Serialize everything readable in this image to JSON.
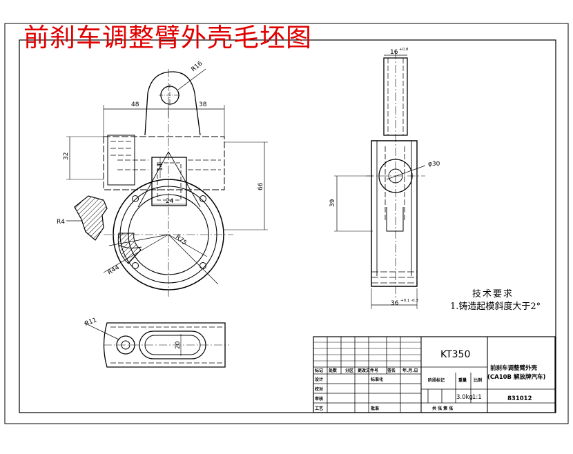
{
  "title": "前刹车调整臂外壳毛坯图",
  "tech_requirements": {
    "heading": "技术要求",
    "item1": "1.铸造起模斜度大于2°"
  },
  "dimensions": {
    "r16": "R16",
    "d48": "48",
    "d38": "38",
    "d32": "32",
    "d14": "14",
    "d24": "24",
    "d66": "66",
    "r4": "R4",
    "r75": "R75",
    "r44": "R44",
    "r11": "R11",
    "d20": "20",
    "d16": "16",
    "tol16": "+0.8",
    "phi30": "φ30",
    "d39": "39",
    "d36": "36",
    "tol36": "+0.1 -0.3"
  },
  "title_block": {
    "part_no": "KT350",
    "part_name": "前刹车调整臂外壳",
    "vehicle": "(CA10B 解放牌汽车)",
    "drawing_no": "831012",
    "weight": "3.0kg",
    "scale": "1:1",
    "labels": {
      "mark": "标记",
      "count": "处数",
      "zone": "分区",
      "change_doc": "更改文件号",
      "sign": "签名",
      "date": "年.月.日",
      "design": "设计",
      "standardize": "标准化",
      "stage_mark": "阶段标记",
      "weight_h": "重量",
      "scale_h": "比例",
      "check": "校对",
      "review": "审核",
      "process": "工艺",
      "approve": "批准",
      "sheets": "共   张   第   张"
    }
  }
}
